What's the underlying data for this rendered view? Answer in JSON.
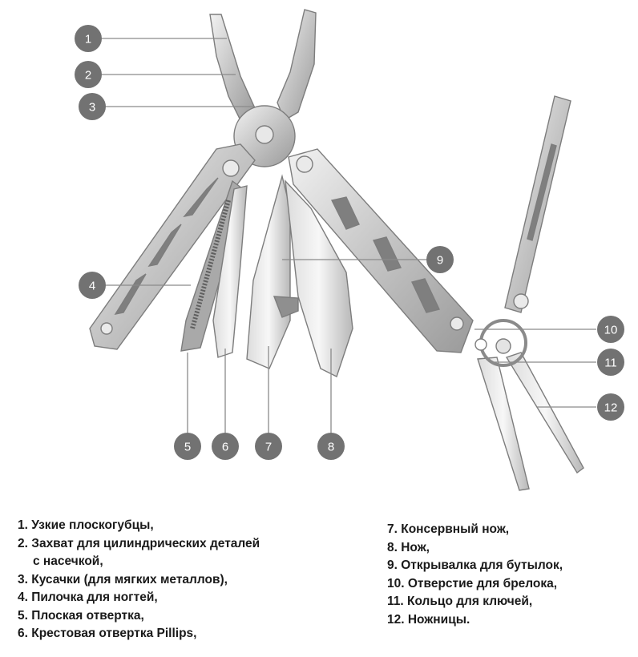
{
  "callouts": [
    "1",
    "2",
    "3",
    "4",
    "5",
    "6",
    "7",
    "8",
    "9",
    "10",
    "11",
    "12"
  ],
  "legend_left": [
    {
      "line": "1. Узкие плоскогубцы,"
    },
    {
      "line": "2. Захват для цилиндрических деталей",
      "cont": "с насечкой,"
    },
    {
      "line": "3. Кусачки (для мягких металлов),"
    },
    {
      "line": "4. Пилочка для ногтей,"
    },
    {
      "line": "5. Плоская отвертка,"
    },
    {
      "line": "6. Крестовая отвертка Pillips,"
    }
  ],
  "legend_right": [
    {
      "line": "7. Консервный нож,"
    },
    {
      "line": "8. Нож,"
    },
    {
      "line": "9. Открывалка для бутылок,"
    },
    {
      "line": "10. Отверстие для брелока,"
    },
    {
      "line": "11. Кольцо для ключей,"
    },
    {
      "line": "12. Ножницы."
    }
  ],
  "colors": {
    "badge": "#727272",
    "leader": "#8a8a8a",
    "steel": "#c9c9c9",
    "steel_dark": "#8d8d8d"
  }
}
